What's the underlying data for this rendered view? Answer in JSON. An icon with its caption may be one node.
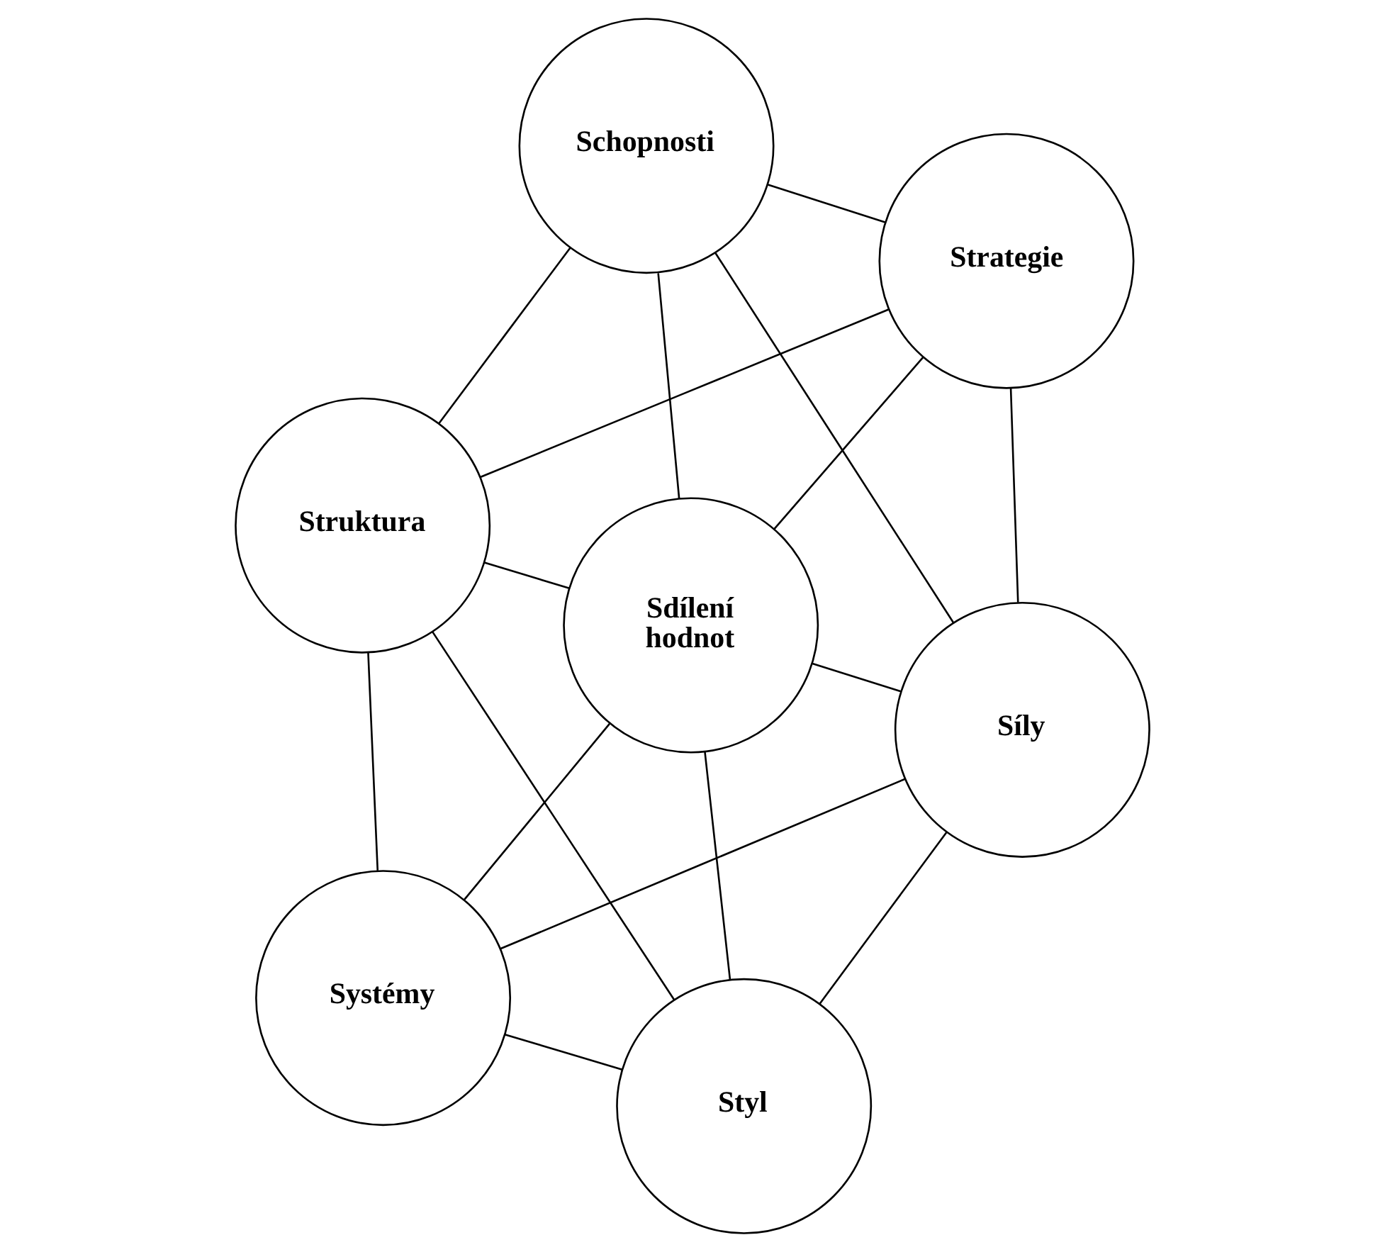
{
  "diagram": {
    "nodes": [
      {
        "text": [
          "Struktura"
        ]
      },
      {
        "text": [
          "Strategie"
        ]
      },
      {
        "text": [
          "Systémy"
        ]
      },
      {
        "text": [
          "Sdílení hodnot"
        ]
      },
      {
        "text": [
          "Schopnosti"
        ]
      },
      {
        "text": [
          "Styl"
        ]
      },
      {
        "text": [
          "Síly"
        ]
      }
    ],
    "edges": [
      {
        "from": 0,
        "to": 1,
        "arrow": "none"
      },
      {
        "from": 0,
        "to": 2,
        "arrow": "none"
      },
      {
        "from": 0,
        "to": 3,
        "arrow": "none"
      },
      {
        "from": 0,
        "to": 4,
        "arrow": "none"
      },
      {
        "from": 0,
        "to": 5,
        "arrow": "none"
      },
      {
        "from": 1,
        "to": 3,
        "arrow": "none"
      },
      {
        "from": 1,
        "to": 4,
        "arrow": "none"
      },
      {
        "from": 1,
        "to": 6,
        "arrow": "none"
      },
      {
        "from": 2,
        "to": 3,
        "arrow": "none"
      },
      {
        "from": 2,
        "to": 5,
        "arrow": "none"
      },
      {
        "from": 2,
        "to": 6,
        "arrow": "none"
      },
      {
        "from": 3,
        "to": 4,
        "arrow": "none"
      },
      {
        "from": 3,
        "to": 5,
        "arrow": "none"
      },
      {
        "from": 3,
        "to": 6,
        "arrow": "none"
      },
      {
        "from": 4,
        "to": 6,
        "arrow": "none"
      },
      {
        "from": 5,
        "to": 6,
        "arrow": "none"
      }
    ]
  }
}
